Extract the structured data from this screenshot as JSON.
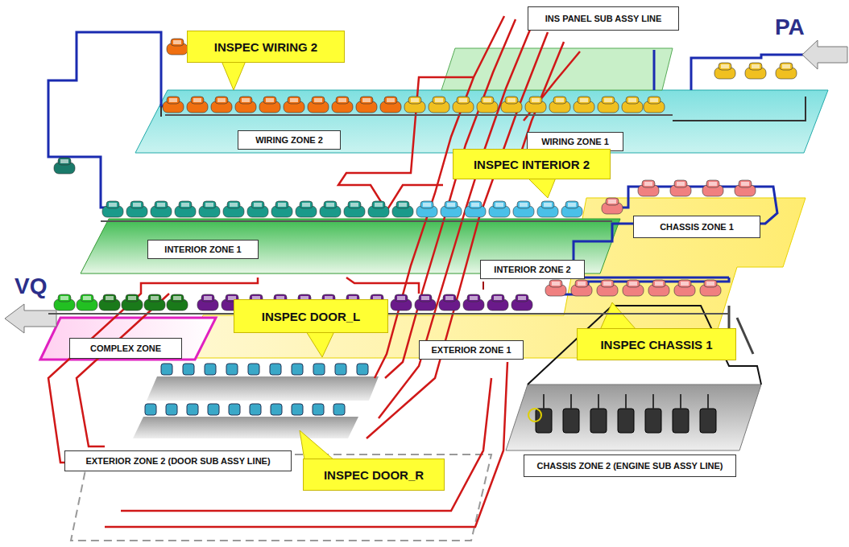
{
  "diagram": {
    "nodes": [
      {
        "text": [
          "INSPEC WIRING 2"
        ]
      },
      {
        "text": [
          "INS PANEL SUB ASSY LINE"
        ]
      },
      {
        "text": [
          "WIRING ZONE 2"
        ]
      },
      {
        "text": [
          "WIRING ZONE 1"
        ]
      },
      {
        "text": [
          "INSPEC INTERIOR 2"
        ]
      },
      {
        "text": [
          "CHASSIS ZONE 1"
        ]
      },
      {
        "text": [
          "INTERIOR ZONE 1"
        ]
      },
      {
        "text": [
          "INTERIOR ZONE 2"
        ]
      },
      {
        "text": [
          "INSPEC DOOR_L"
        ]
      },
      {
        "text": [
          "COMPLEX ZONE"
        ]
      },
      {
        "text": [
          "EXTERIOR ZONE 1"
        ]
      },
      {
        "text": [
          "INSPEC CHASSIS 1"
        ]
      },
      {
        "text": [
          "EXTERIOR ZONE 2 (DOOR SUB ASSY LINE)"
        ]
      },
      {
        "text": [
          "INSPEC DOOR_R"
        ]
      },
      {
        "text": [
          "CHASSIS ZONE 2 (ENGINE SUB ASSY LINE)"
        ]
      }
    ],
    "labels": [
      "PA",
      "VQ"
    ]
  }
}
